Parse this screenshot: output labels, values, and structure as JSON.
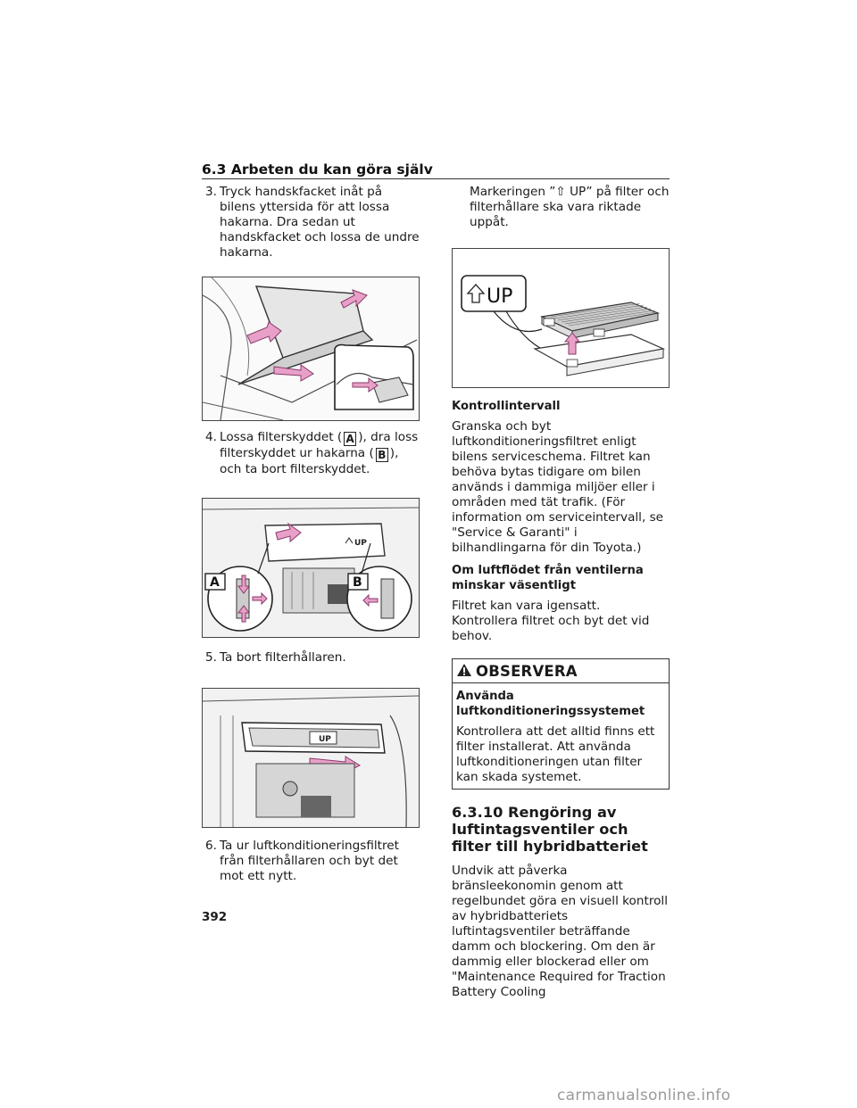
{
  "header": {
    "section_title": "6.3 Arbeten du kan göra själv"
  },
  "left": {
    "step3": {
      "num": "3.",
      "text": "Tryck handskfacket inåt på bilens yttersida för att lossa hakarna. Dra sedan ut handskfacket och lossa de undre hakarna."
    },
    "step4": {
      "num": "4.",
      "text_a": "Lossa filterskyddet (",
      "key_a": "A",
      "text_b": "), dra loss filterskyddet ur hakarna (",
      "key_b": "B",
      "text_c": "), och ta bort filterskyddet."
    },
    "figure2": {
      "label_a": "A",
      "label_b": "B",
      "up_mark": "UP"
    },
    "step5": {
      "num": "5.",
      "text": "Ta bort filterhållaren."
    },
    "figure3": {
      "up_mark": "UP"
    },
    "step6": {
      "num": "6.",
      "text": "Ta ur luftkonditioneringsfiltret från filterhållaren och byt det mot ett nytt."
    }
  },
  "right": {
    "marking": {
      "text_a": "Markeringen ”",
      "arrow": "⇧",
      "text_b": " UP” på filter och filterhållare ska vara riktade uppåt."
    },
    "figure4": {
      "up_mark": "UP"
    },
    "kontroll": {
      "heading": "Kontrollintervall",
      "text": "Granska och byt luftkonditioneringsfiltret enligt bilens serviceschema. Filtret kan behöva bytas tidigare om bilen används i dammiga miljöer eller i områden med tät trafik. (För information om serviceintervall, se \"Service & Garanti\" i bilhandlingarna för din Toyota.)"
    },
    "luftflode": {
      "heading": "Om luftflödet från ventilerna minskar väsentligt",
      "text": "Filtret kan vara igensatt. Kontrollera filtret och byt det vid behov."
    },
    "observera": {
      "title": "OBSERVERA",
      "subheading": "Använda luftkonditioneringssystemet",
      "text": "Kontrollera att det alltid finns ett filter installerat. Att använda luftkonditioneringen utan filter kan skada systemet."
    },
    "section": {
      "heading": "6.3.10 Rengöring av luftintagsventiler och filter till hybridbatteriet",
      "text": "Undvik att påverka bränsleekonomin genom att regelbundet göra en visuell kontroll av hybridbatteriets luftintagsventiler beträffande damm och blockering. Om den är dammig eller blockerad eller om \"Maintenance Required for Traction Battery Cooling"
    }
  },
  "footer": {
    "page_number": "392",
    "watermark": "carmanualsonline.info"
  },
  "colors": {
    "arrow_pink": "#e8a0c8",
    "text": "#1a1a1a",
    "border": "#444444"
  }
}
